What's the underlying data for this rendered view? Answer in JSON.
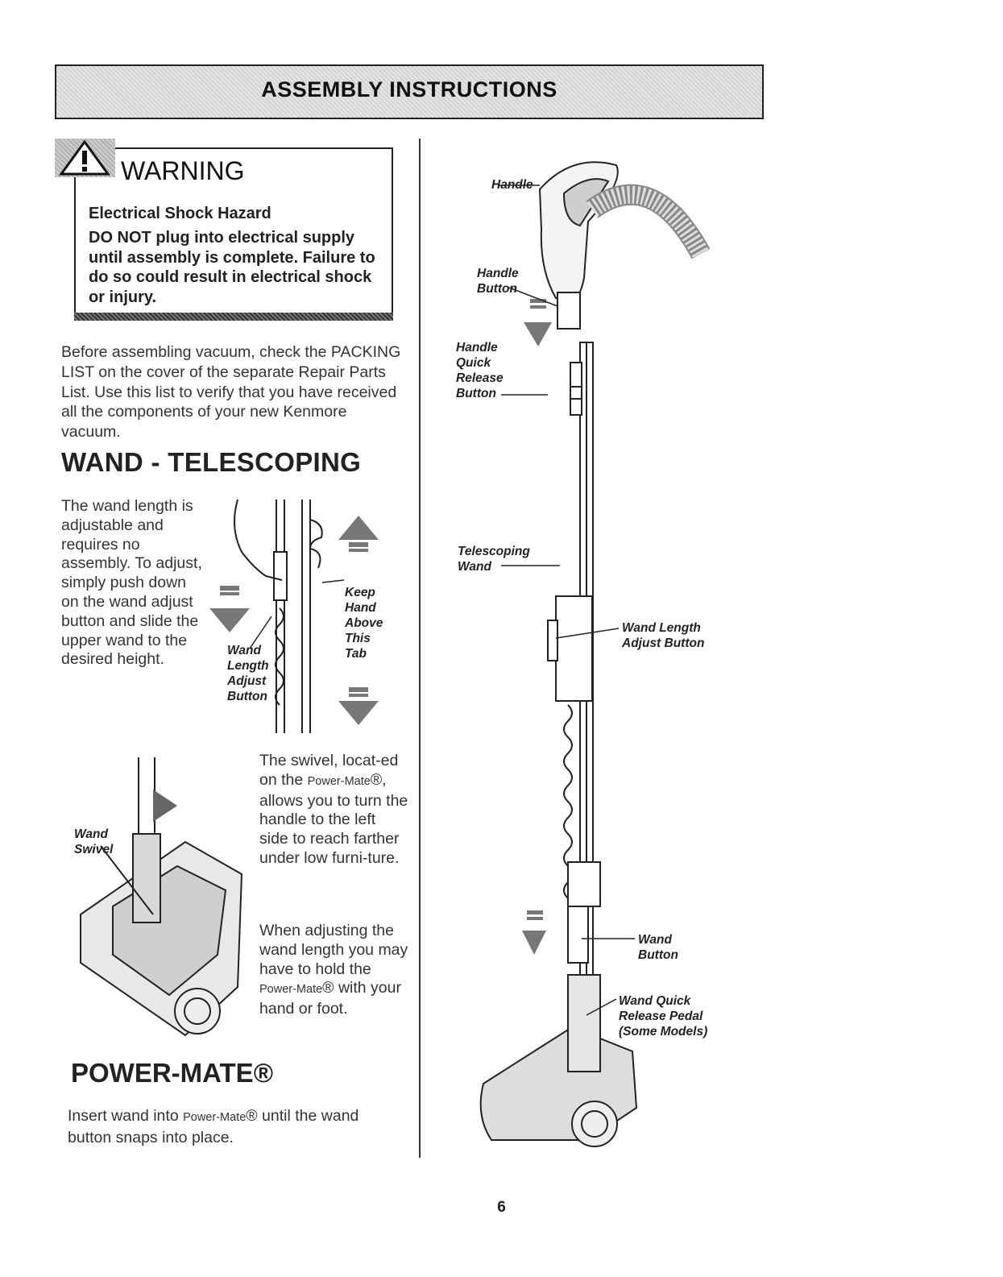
{
  "header": {
    "title": "ASSEMBLY INSTRUCTIONS"
  },
  "warning": {
    "title": "WARNING",
    "subtitle": "Electrical Shock Hazard",
    "body": "DO NOT plug into electrical supply until assembly is complete. Failure to do so could result in electrical shock or injury."
  },
  "intro": "Before assembling vacuum, check the PACKING LIST on the cover of the separate Repair Parts List. Use this list to verify that you have received all the components of your new Kenmore vacuum.",
  "wand_section": {
    "heading": "WAND - TELESCOPING",
    "para": "The wand length is adjustable and requires no assembly. To adjust, simply push down on the wand adjust button and slide the upper wand to the desired height.",
    "swivel_para_a": "The swivel, locat-ed on the ",
    "swivel_power": "Power-Mate",
    "swivel_para_b": "®, allows you to turn the handle to the left side to reach farther under low furni-ture.",
    "adjust_para_a": "When adjusting the wand length you may have to hold the ",
    "adjust_power": "Power-Mate",
    "adjust_para_b": "® with your hand or foot."
  },
  "powermate_section": {
    "heading": "POWER-MATE®",
    "para_a": "Insert wand into ",
    "para_power": "Power-Mate",
    "para_b": "® until the wand button snaps into place."
  },
  "figure_labels": {
    "keep_hand": [
      "Keep",
      "Hand",
      "Above",
      "This",
      "Tab"
    ],
    "wand_length_adjust": [
      "Wand",
      "Length",
      "Adjust",
      "Button"
    ],
    "wand_swivel": [
      "Wand",
      "Swivel"
    ],
    "handle": "Handle",
    "handle_button": [
      "Handle",
      "Button"
    ],
    "handle_quick_release": [
      "Handle",
      "Quick",
      "Release",
      "Button"
    ],
    "telescoping_wand": [
      "Telescoping",
      "Wand"
    ],
    "wand_length_adjust_right": [
      "Wand Length",
      "Adjust Button"
    ],
    "wand_button": [
      "Wand",
      "Button"
    ],
    "wand_quick_release": [
      "Wand Quick",
      "Release Pedal",
      "(Some Models)"
    ]
  },
  "page_number": "6"
}
